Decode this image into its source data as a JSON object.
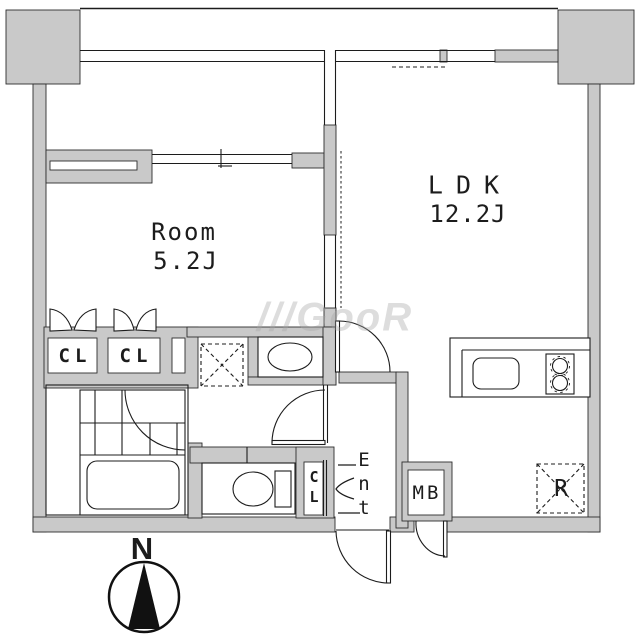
{
  "floorplan": {
    "watermark": "///GooR",
    "rooms": {
      "bedroom": {
        "label": "Room",
        "size": "5.2J"
      },
      "ldk": {
        "label": "LDK",
        "size": "12.2J"
      }
    },
    "fixtures": {
      "closet_left": "CL",
      "closet_right": "CL",
      "closet_entrance": "CL",
      "entrance": "Ent",
      "meter_box": "MB",
      "refrigerator": "R"
    },
    "compass": {
      "north": "N"
    },
    "colors": {
      "wall_fill": "#c9c9c9",
      "line": "#1c1c1c",
      "background": "#ffffff",
      "watermark_gray": "#a5a5a5"
    }
  }
}
